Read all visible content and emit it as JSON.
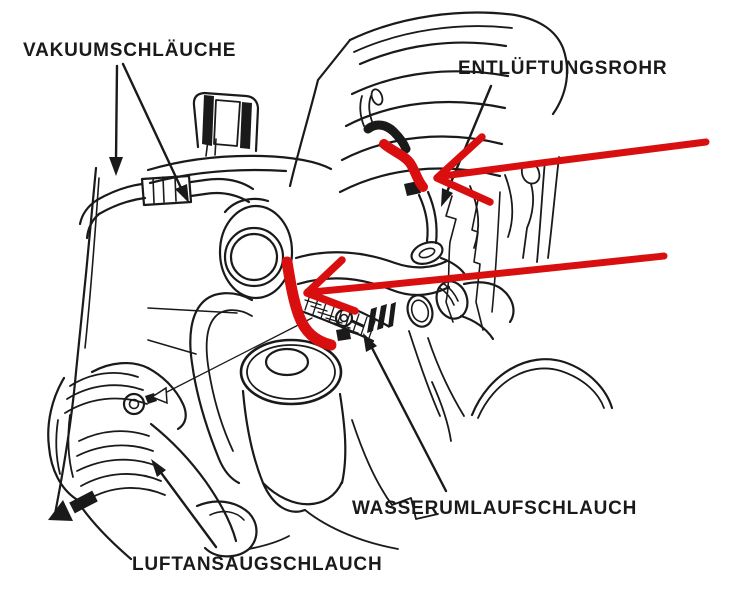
{
  "labels": {
    "vacuum_hoses": "VAKUUMSCHLÄUCHE",
    "vent_pipe": "ENTLÜFTUNGSROHR",
    "water_circulation_hose": "WASSERUMLAUFSCHLAUCH",
    "air_intake_hose": "LUFTANSAUGSCHLAUCH"
  },
  "colors": {
    "background": "#ffffff",
    "line": "#1a1a1a",
    "highlight": "#d90f0f"
  }
}
